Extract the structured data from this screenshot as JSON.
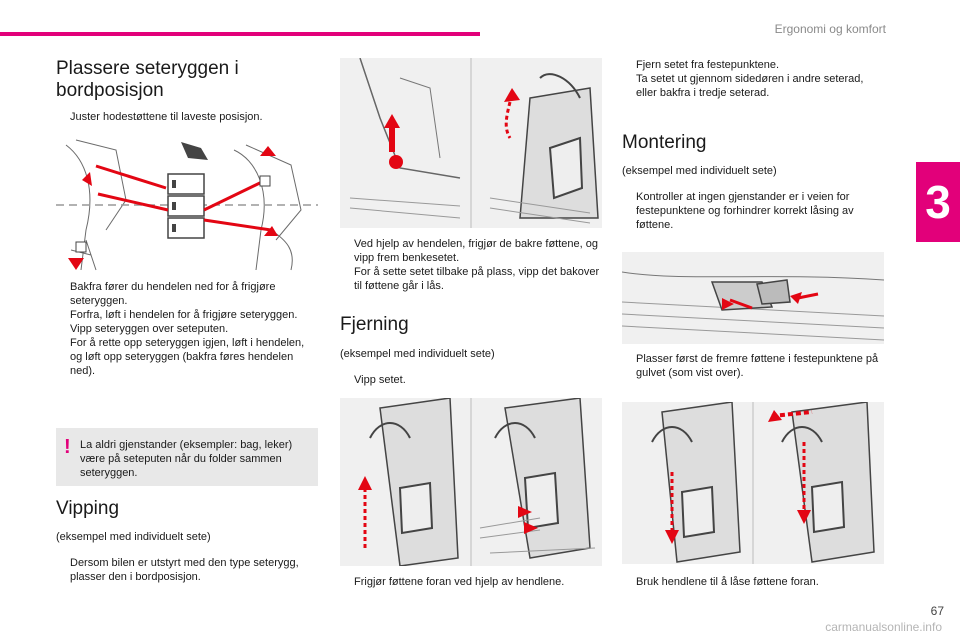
{
  "header": {
    "title": "Ergonomi og komfort",
    "chapter": "3",
    "page": "67",
    "watermark": "carmanualsonline.info"
  },
  "left": {
    "title_line1": "Plassere seteryggen i",
    "title_line2": "bordposisjon",
    "step1": "Juster hodestøttene til laveste posisjon.",
    "steps2": [
      "Bakfra fører du hendelen ned for å frigjøre seteryggen.",
      "Forfra, løft i hendelen for å frigjøre seteryggen.",
      "Vipp seteryggen over seteputen.",
      "For å rette opp seteryggen igjen, løft i hendelen, og løft opp seteryggen (bakfra føres hendelen ned)."
    ],
    "warning": "La aldri gjenstander (eksempler: bag, leker) være på seteputen når du folder sammen seteryggen.",
    "vipping_title": "Vipping",
    "vipping_note": "(eksempel med individuelt sete)",
    "vipping_step": "Dersom bilen er utstyrt med den type seterygg, plasser den i bordposisjon."
  },
  "middle": {
    "steps": [
      "Ved hjelp av hendelen, frigjør de bakre føttene, og vipp frem benkesetet.",
      "For å sette setet tilbake på plass, vipp det bakover til føttene går i lås."
    ],
    "fjerning_title": "Fjerning",
    "fjerning_note": "(eksempel med individuelt sete)",
    "fjerning_step": "Vipp setet.",
    "bottom_step": "Frigjør føttene foran ved hjelp av hendlene."
  },
  "right": {
    "steps_top": [
      "Fjern setet fra festepunktene.",
      "Ta setet ut gjennom sidedøren i andre seterad, eller bakfra i tredje seterad."
    ],
    "montering_title": "Montering",
    "montering_note": "(eksempel med individuelt sete)",
    "step_check": "Kontroller at ingen gjenstander er i veien for festepunktene og forhindrer korrekt låsing av føttene.",
    "step_front": "Plasser først de fremre føttene i festepunktene på gulvet (som vist over).",
    "step_lock": "Bruk hendlene til å låse føttene foran."
  },
  "bullet_marker": "",
  "colors": {
    "accent": "#e2007a",
    "arrow": "#e30613",
    "warning_bg": "#e8e8e8"
  }
}
